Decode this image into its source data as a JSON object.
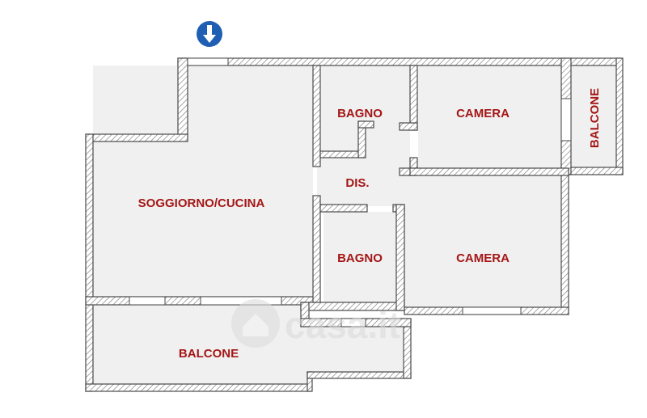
{
  "entrance_marker": {
    "icon": "arrow-down-icon",
    "color": "#1f5fb3"
  },
  "colors": {
    "label": "#a51616",
    "floor": "#f0f0f0",
    "wall_line": "#4a4a4a"
  },
  "rooms": {
    "soggiorno": "SOGGIORNO/CUCINA",
    "bagno_top": "BAGNO",
    "camera_top": "CAMERA",
    "balcone_right": "BALCONE",
    "dis": "DIS.",
    "bagno_bottom": "BAGNO",
    "camera_bottom": "CAMERA",
    "balcone_bottom": "BALCONE"
  },
  "watermark": {
    "text": "casa.it"
  }
}
